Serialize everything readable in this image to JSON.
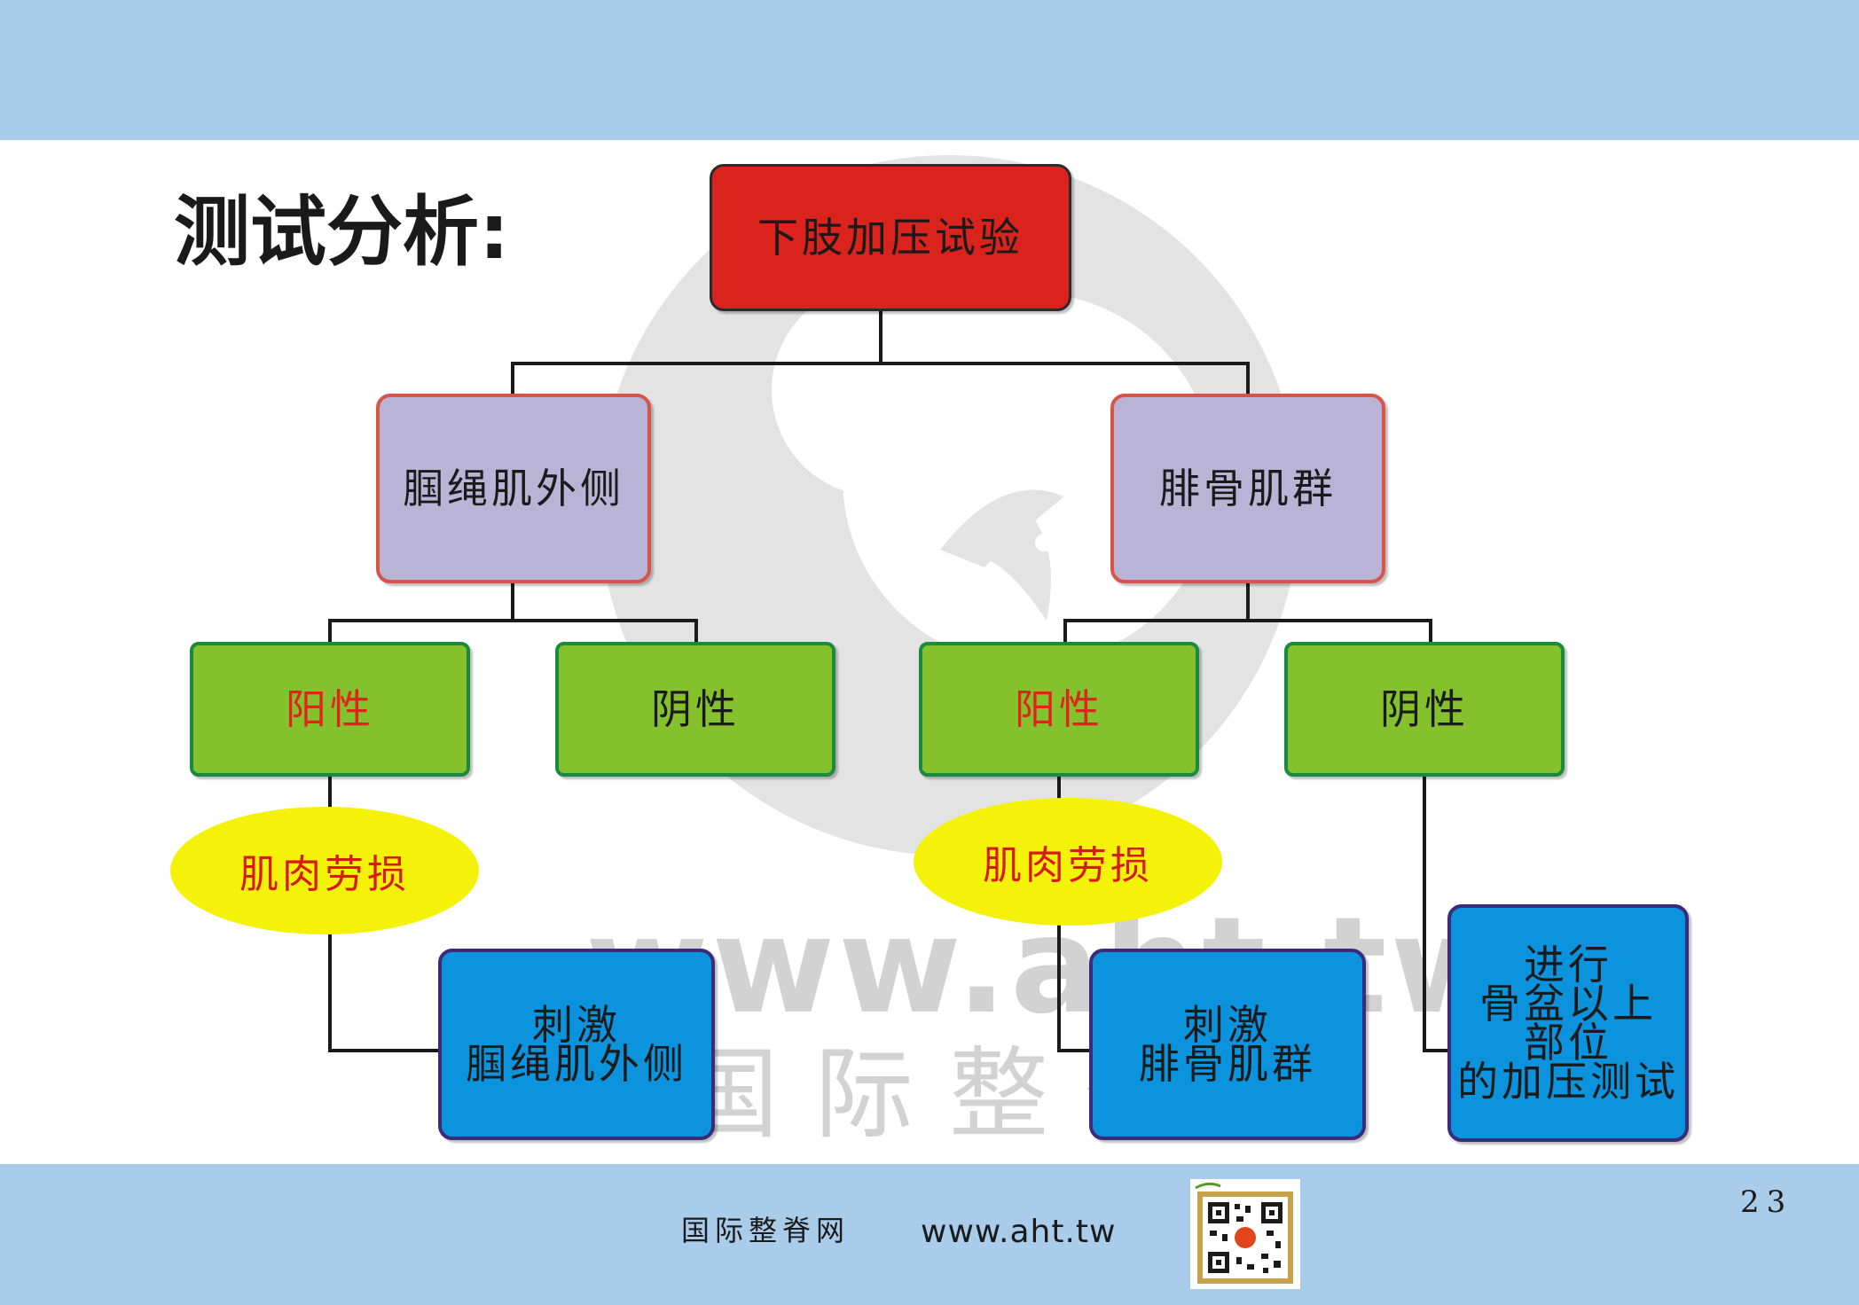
{
  "slide": {
    "title": "测试分析:",
    "page_number": "23"
  },
  "watermark": {
    "url": "www.aht.tw",
    "name": "国际整脊"
  },
  "diagram": {
    "root": "下肢加压试验",
    "left_branch": "腘绳肌外侧",
    "right_branch": "腓骨肌群",
    "left_positive": "阳性",
    "left_negative": "阴性",
    "right_positive": "阳性",
    "right_negative": "阴性",
    "left_diagnosis": "肌肉劳损",
    "right_diagnosis": "肌肉劳损",
    "left_action_line1": "刺激",
    "left_action_line2": "腘绳肌外侧",
    "right_action_line1": "刺激",
    "right_action_line2": "腓骨肌群",
    "neg_action_line1": "进行",
    "neg_action_line2": "骨盆以上",
    "neg_action_line3": "部位",
    "neg_action_line4": "的加压测试"
  },
  "footer": {
    "site_name": "国际整脊网",
    "url": "www.aht.tw"
  },
  "colors": {
    "band": "#a9cceb",
    "root_fill": "#d9231c",
    "branch_fill": "#b9b4d6",
    "result_fill": "#85c12c",
    "diagnosis_fill": "#f5f20a",
    "action_fill": "#0b93dd"
  }
}
